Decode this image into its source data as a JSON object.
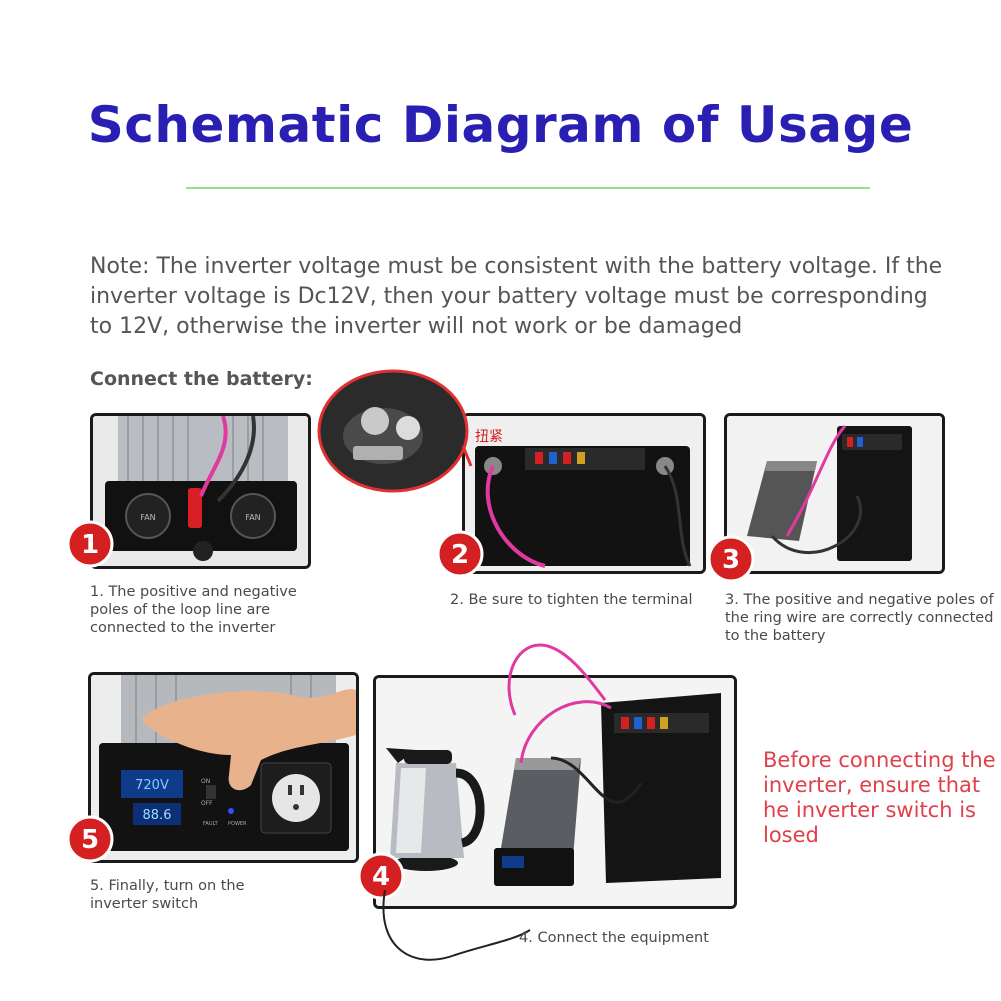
{
  "title": "Schematic Diagram of Usage",
  "note": "Note: The inverter voltage must be consistent with the battery voltage. If the inverter voltage is Dc12V, then your battery voltage must be corresponding to 12V, otherwise the inverter will not work or be damaged",
  "section_heading": "Connect the battery:",
  "steps": [
    {
      "number": "1",
      "caption": "1. The positive and negative poles of the loop line are connected to the inverter"
    },
    {
      "number": "2",
      "caption": "2. Be sure to tighten the terminal"
    },
    {
      "number": "3",
      "caption": "3. The positive and negative poles of the ring wire are correctly connected to the battery"
    },
    {
      "number": "4",
      "caption": "4. Connect the equipment"
    },
    {
      "number": "5",
      "caption": "5. Finally, turn on the inverter switch"
    }
  ],
  "warning": "Before connecting the inverter, ensure that he inverter switch is losed",
  "photo_labels": {
    "fan": "FAN",
    "tighten": "扭紧",
    "display_top": "720V",
    "display_bottom": "88.6",
    "on": "ON",
    "off": "OFF",
    "fault": "FAULT",
    "power": "POWER"
  },
  "colors": {
    "title": "#2a1fb3",
    "rule": "#8fe08f",
    "warning": "#e0404a",
    "badge": "#d42020"
  }
}
